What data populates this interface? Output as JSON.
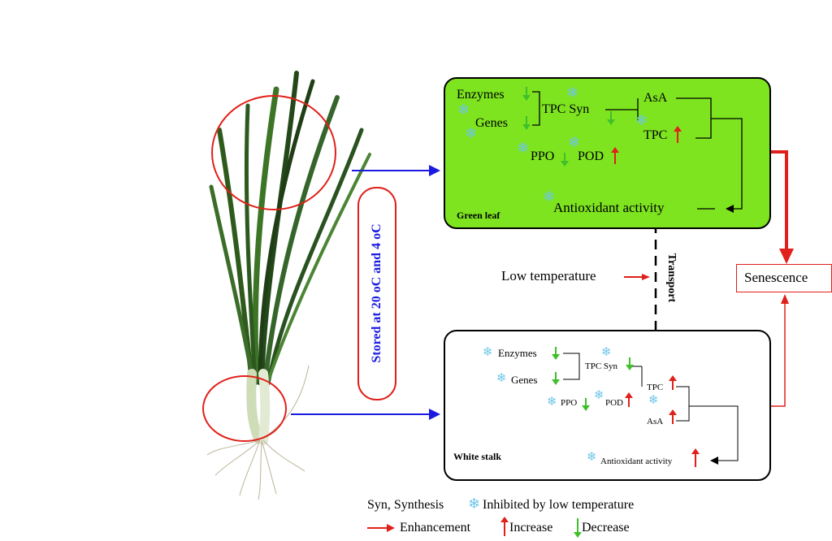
{
  "diagram": {
    "stored_label": "Stored at 20 oC and 4 oC",
    "low_temp_label": "Low temperature",
    "transport_label": "Transport",
    "senescence_label": "Senescence",
    "green_leaf": {
      "title": "Green leaf",
      "enzymes": "Enzymes",
      "genes": "Genes",
      "tpc_syn": "TPC Syn",
      "asa": "AsA",
      "tpc": "TPC",
      "ppo": "PPO",
      "pod": "POD",
      "antioxidant": "Antioxidant activity",
      "fill_color": "#7ee41f"
    },
    "white_stalk": {
      "title": "White stalk",
      "enzymes": "Enzymes",
      "genes": "Genes",
      "tpc_syn": "TPC Syn",
      "tpc": "TPC",
      "asa": "AsA",
      "ppo": "PPO",
      "pod": "POD",
      "antioxidant": "Antioxidant activity"
    },
    "legend": {
      "syn": "Syn, Synthesis",
      "inhibited": "Inhibited by low temperature",
      "enhancement": "Enhancement",
      "increase": "Increase",
      "decrease": "Decrease"
    },
    "colors": {
      "arrow_blue": "#1a1ae0",
      "arrow_red": "#e0201a",
      "increase": "#e0201a",
      "decrease": "#3fbf2a",
      "snow": "#6fc6e8"
    },
    "icons": [
      "snowflake-icon",
      "up-arrow-icon",
      "down-arrow-icon",
      "plant-illustration"
    ]
  }
}
